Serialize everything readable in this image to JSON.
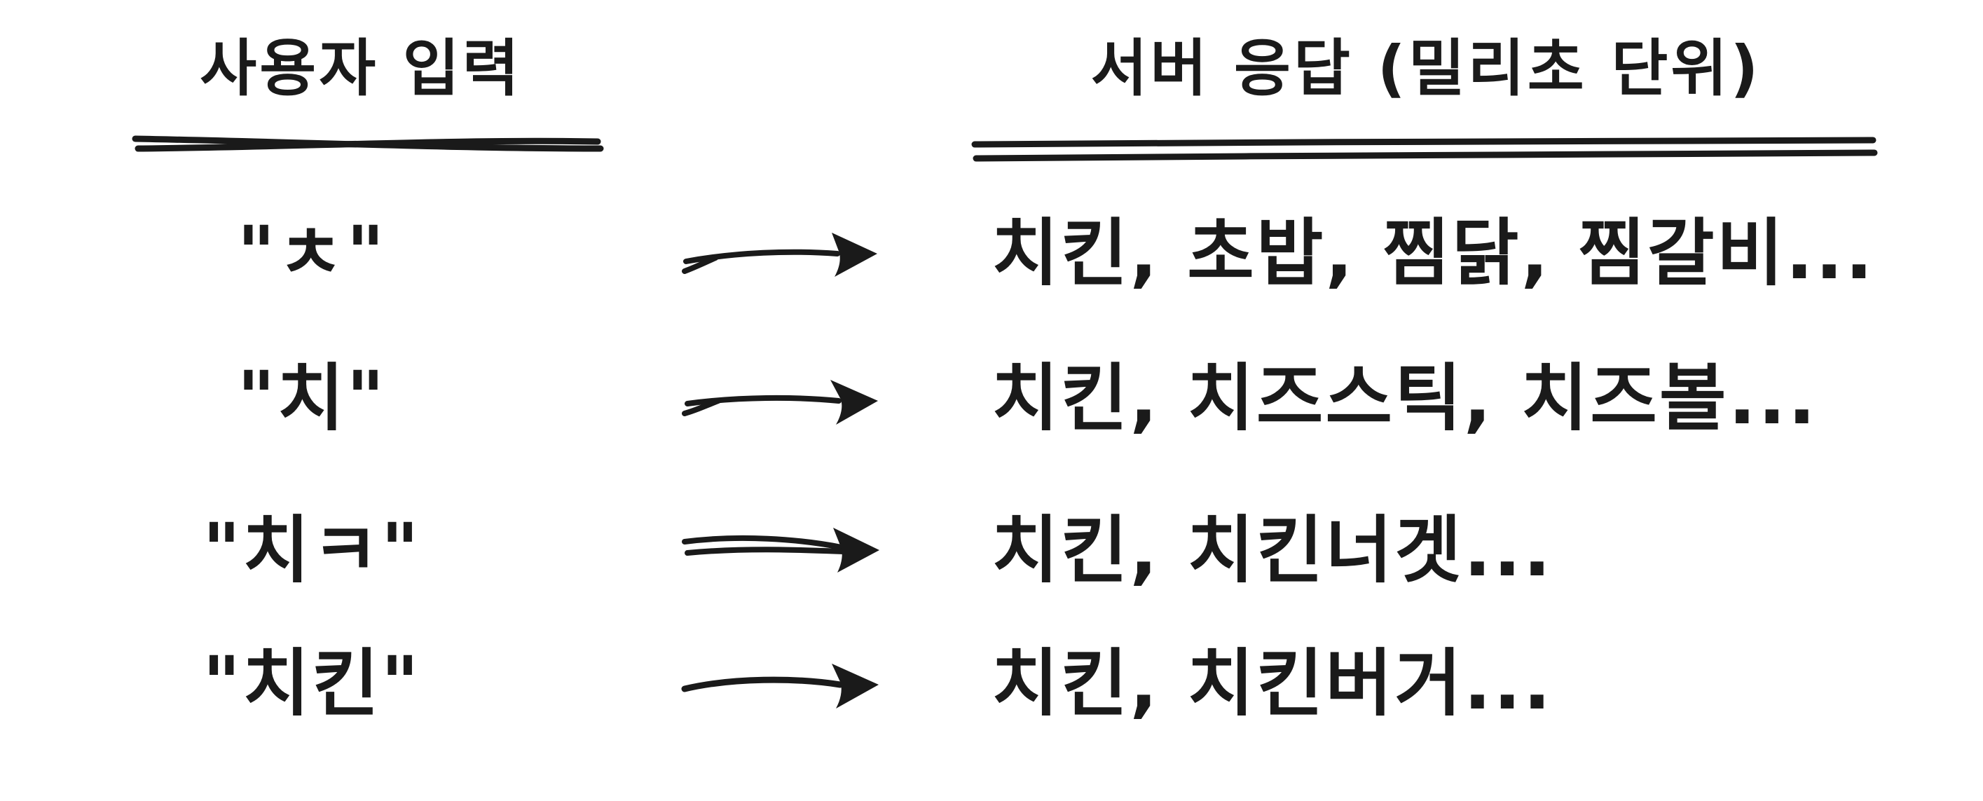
{
  "diagram": {
    "columns": [
      {
        "label": "사용자 입력"
      },
      {
        "label": "서버 응답 (밀리초 단위)"
      }
    ],
    "rows": [
      {
        "input": "\"ㅊ\"",
        "response": "치킨, 초밥, 찜닭, 찜갈비..."
      },
      {
        "input": "\"치\"",
        "response": "치킨, 치즈스틱, 치즈볼..."
      },
      {
        "input": "\"치ㅋ\"",
        "response": "치킨, 치킨너겟..."
      },
      {
        "input": "\"치킨\"",
        "response": "치킨, 치킨버거..."
      }
    ],
    "colors": {
      "ink": "#1a1a1a",
      "background": "#ffffff"
    }
  }
}
